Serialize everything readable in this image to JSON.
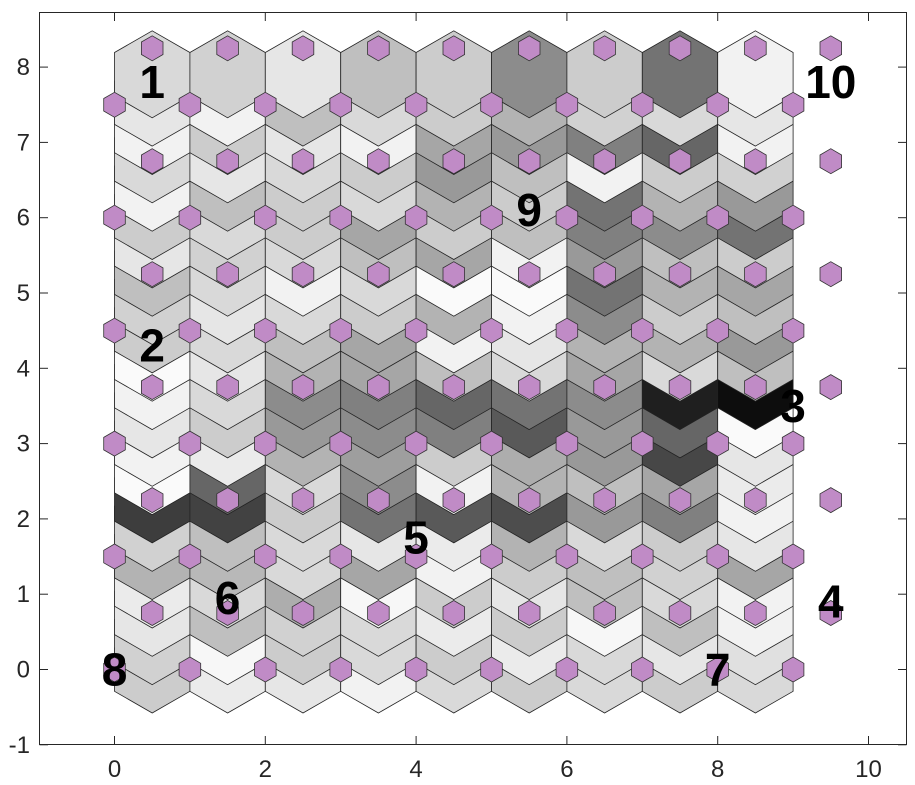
{
  "chart_data": {
    "type": "heatmap",
    "title": "",
    "xlabel": "",
    "ylabel": "",
    "xlim": [
      -1,
      10.5
    ],
    "ylim": [
      -1,
      8.7
    ],
    "x_ticks": [
      0,
      2,
      4,
      6,
      8,
      10
    ],
    "y_ticks": [
      -1,
      0,
      1,
      2,
      3,
      4,
      5,
      6,
      7,
      8
    ],
    "grid": false,
    "colormap": "gray (0 = black, 1 = white)",
    "hex_grid": {
      "rows": 22,
      "cols": 9,
      "row_spacing": 0.3764,
      "col_spacing": 1.0,
      "odd_row_x_offset": 0.5,
      "note": "distance-matrix cells between SOM neurons; values are brightness 0..1, row 0 = y 0.0"
    },
    "node_color": "#c08bc6",
    "node_rows_y": [
      0.0,
      0.75,
      1.5,
      2.25,
      3.0,
      3.75,
      4.5,
      5.25,
      6.0,
      6.75,
      7.5,
      8.25
    ],
    "cell_values": [
      [
        0.8,
        0.92,
        0.9,
        0.95,
        0.85,
        0.8,
        0.85,
        0.8,
        0.85
      ],
      [
        0.82,
        0.97,
        0.8,
        0.85,
        0.8,
        0.92,
        0.85,
        0.9,
        0.88
      ],
      [
        0.9,
        0.75,
        0.82,
        0.85,
        0.92,
        0.8,
        0.97,
        0.75,
        0.95
      ],
      [
        0.92,
        0.85,
        0.68,
        0.97,
        0.8,
        0.9,
        0.75,
        0.85,
        0.95
      ],
      [
        0.7,
        0.72,
        0.85,
        0.65,
        0.95,
        0.8,
        0.75,
        0.82,
        0.65
      ],
      [
        0.82,
        0.75,
        0.85,
        0.9,
        0.92,
        0.7,
        0.85,
        0.8,
        0.9
      ],
      [
        0.24,
        0.26,
        0.8,
        0.45,
        0.35,
        0.3,
        0.6,
        0.5,
        0.95
      ],
      [
        0.98,
        0.4,
        0.85,
        0.55,
        0.95,
        0.7,
        0.75,
        0.65,
        0.92
      ],
      [
        0.95,
        0.92,
        0.7,
        0.62,
        0.8,
        0.68,
        0.6,
        0.28,
        0.9
      ],
      [
        0.9,
        0.8,
        0.6,
        0.55,
        0.5,
        0.35,
        0.6,
        0.4,
        0.98
      ],
      [
        0.95,
        0.85,
        0.55,
        0.5,
        0.4,
        0.45,
        0.55,
        0.12,
        0.05
      ],
      [
        0.98,
        0.9,
        0.7,
        0.65,
        0.75,
        0.85,
        0.65,
        0.85,
        0.75
      ],
      [
        0.8,
        0.85,
        0.75,
        0.65,
        0.95,
        0.9,
        0.7,
        0.7,
        0.6
      ],
      [
        0.82,
        0.9,
        0.85,
        0.8,
        0.7,
        0.95,
        0.55,
        0.8,
        0.75
      ],
      [
        0.75,
        0.85,
        0.95,
        0.85,
        0.98,
        0.98,
        0.45,
        0.7,
        0.65
      ],
      [
        0.9,
        0.82,
        0.85,
        0.75,
        0.65,
        0.95,
        0.6,
        0.75,
        0.8
      ],
      [
        0.8,
        0.85,
        0.8,
        0.65,
        0.8,
        0.75,
        0.5,
        0.55,
        0.45
      ],
      [
        0.95,
        0.75,
        0.8,
        0.85,
        0.7,
        0.8,
        0.45,
        0.7,
        0.6
      ],
      [
        0.85,
        0.9,
        0.85,
        0.8,
        0.6,
        0.75,
        0.95,
        0.8,
        0.82
      ],
      [
        0.95,
        0.8,
        0.9,
        0.95,
        0.65,
        0.6,
        0.5,
        0.4,
        0.95
      ],
      [
        0.9,
        0.95,
        0.75,
        0.85,
        0.8,
        0.7,
        0.82,
        0.85,
        0.9
      ],
      [
        0.85,
        0.82,
        0.9,
        0.75,
        0.8,
        0.55,
        0.8,
        0.45,
        0.95
      ]
    ],
    "cluster_labels": [
      {
        "text": "1",
        "x": 0.5,
        "y": 7.8
      },
      {
        "text": "10",
        "x": 9.5,
        "y": 7.8
      },
      {
        "text": "9",
        "x": 5.5,
        "y": 6.1
      },
      {
        "text": "2",
        "x": 0.5,
        "y": 4.3
      },
      {
        "text": "3",
        "x": 9.0,
        "y": 3.5
      },
      {
        "text": "5",
        "x": 4.0,
        "y": 1.75
      },
      {
        "text": "6",
        "x": 1.5,
        "y": 0.95
      },
      {
        "text": "4",
        "x": 9.5,
        "y": 0.9
      },
      {
        "text": "8",
        "x": 0.0,
        "y": 0.0
      },
      {
        "text": "7",
        "x": 8.0,
        "y": 0.0
      }
    ]
  }
}
